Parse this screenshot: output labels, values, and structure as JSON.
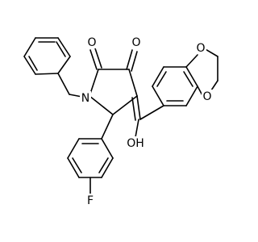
{
  "molecule": {
    "atoms": [
      {
        "id": "N1",
        "symbol": "N",
        "label": "N"
      },
      {
        "id": "O2",
        "symbol": "O",
        "label": "O"
      },
      {
        "id": "O3",
        "symbol": "O",
        "label": "O"
      },
      {
        "id": "O_OH",
        "symbol": "O",
        "label": "OH"
      },
      {
        "id": "F",
        "symbol": "F",
        "label": "F"
      },
      {
        "id": "O_diox_a",
        "symbol": "O",
        "label": "O"
      },
      {
        "id": "O_diox_b",
        "symbol": "O",
        "label": "O"
      }
    ]
  }
}
